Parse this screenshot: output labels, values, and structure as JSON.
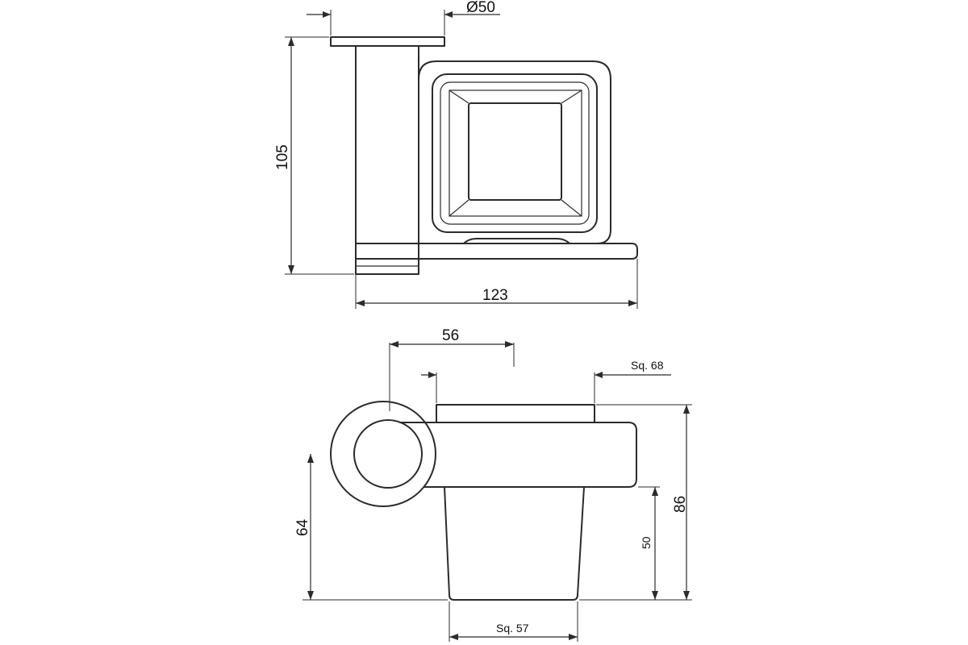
{
  "drawing": {
    "views": [
      {
        "name": "front-view",
        "dimensions": {
          "diameter": "Ø50",
          "height": "105",
          "width": "123"
        }
      },
      {
        "name": "side-view",
        "dimensions": {
          "offset": "56",
          "square_top": "Sq. 68",
          "total_height": "86",
          "cup_height": "50",
          "lower_height": "64",
          "square_bottom": "Sq. 57"
        }
      }
    ]
  }
}
